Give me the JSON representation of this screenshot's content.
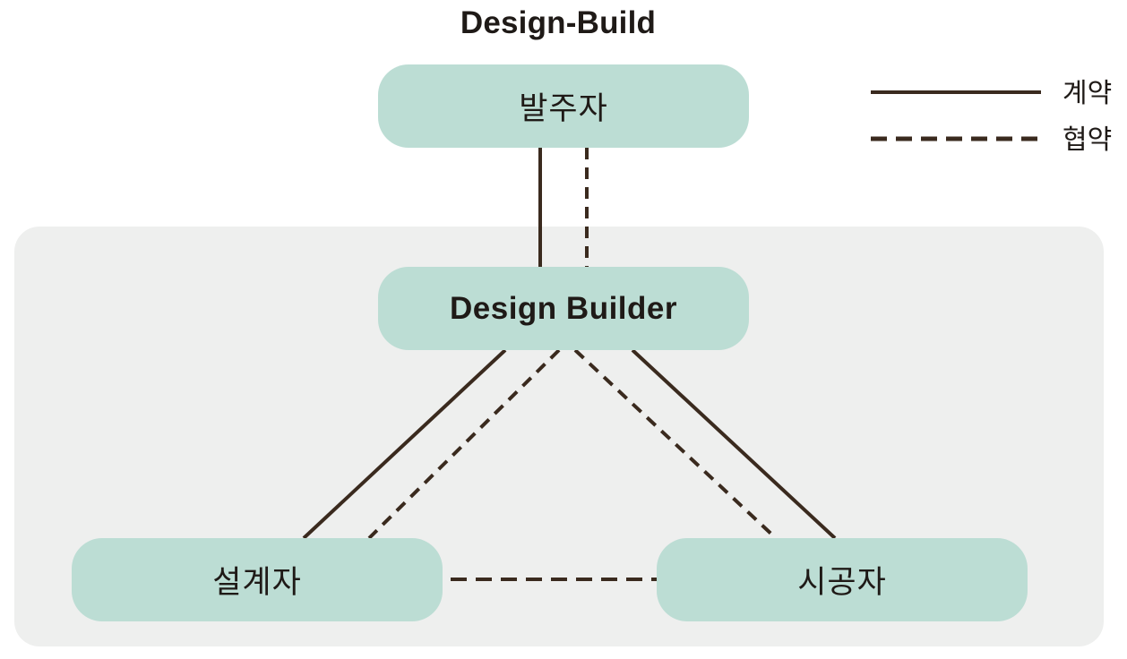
{
  "diagram": {
    "title": "Design-Build",
    "nodes": {
      "client": "발주자",
      "design_builder": "Design Builder",
      "designer": "설계자",
      "contractor": "시공자"
    },
    "edges": [
      {
        "from": "client",
        "to": "design_builder",
        "type": "contract"
      },
      {
        "from": "client",
        "to": "design_builder",
        "type": "agreement"
      },
      {
        "from": "design_builder",
        "to": "designer",
        "type": "contract"
      },
      {
        "from": "design_builder",
        "to": "designer",
        "type": "agreement"
      },
      {
        "from": "design_builder",
        "to": "contractor",
        "type": "contract"
      },
      {
        "from": "design_builder",
        "to": "contractor",
        "type": "agreement"
      },
      {
        "from": "designer",
        "to": "contractor",
        "type": "agreement"
      }
    ],
    "legend": {
      "contract": "계약",
      "agreement": "협약"
    },
    "colors": {
      "line": "#3a2a1e",
      "node_fill": "#bcddd4",
      "group_fill": "#eeefee",
      "text": "#1f1a17"
    }
  }
}
